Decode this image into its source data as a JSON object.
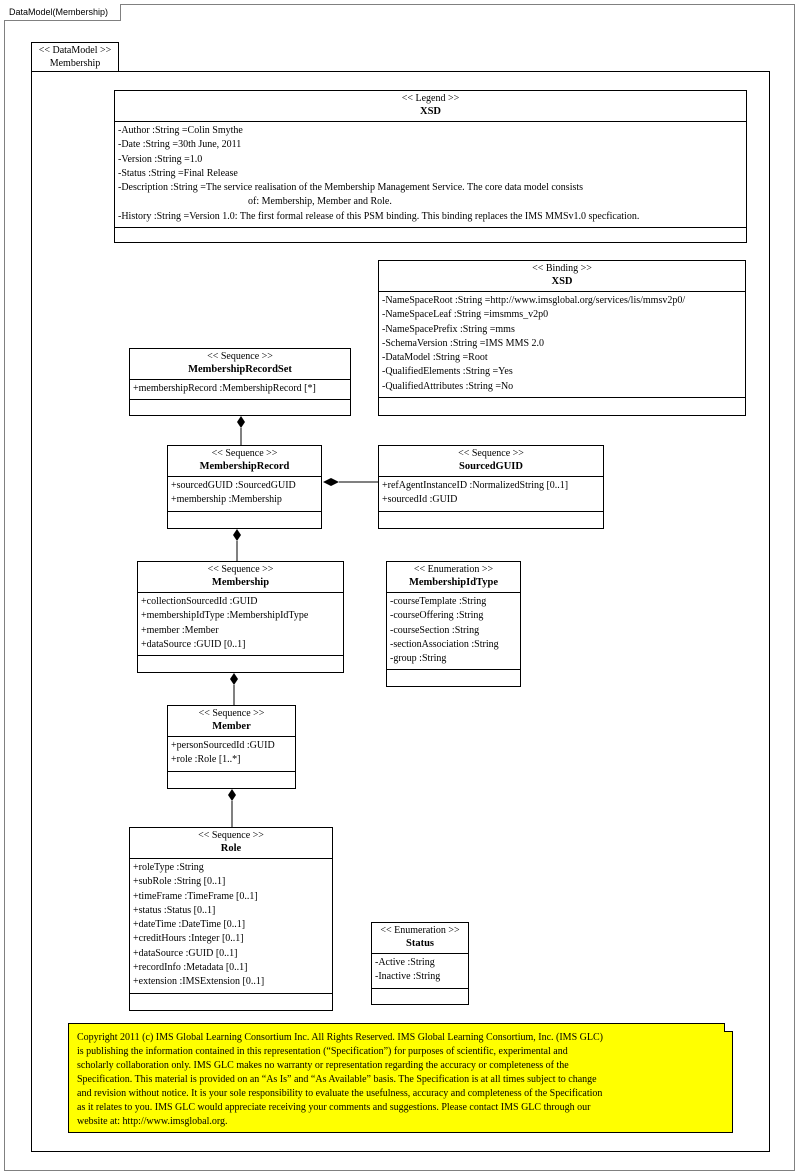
{
  "frame": {
    "title": "DataModel(Membership)"
  },
  "package": {
    "stereotype": "<< DataModel >>",
    "name": "Membership"
  },
  "classes": {
    "legend": {
      "stereotype": "<< Legend >>",
      "name": "XSD",
      "attributes": [
        "-Author :String =Colin Smythe",
        "-Date :String =30th June, 2011",
        "-Version :String =1.0",
        "-Status :String =Final Release",
        "-Description :String =The service realisation of the Membership Management Service.  The core data model consists",
        "of: Membership, Member and Role.",
        "-History :String =Version 1.0: The first formal release of this PSM binding. This binding replaces the IMS MMSv1.0 specfication."
      ]
    },
    "binding": {
      "stereotype": "<< Binding  >>",
      "name": "XSD",
      "attributes": [
        "-NameSpaceRoot :String =http://www.imsglobal.org/services/lis/mmsv2p0/",
        "-NameSpaceLeaf :String =imsmms_v2p0",
        "-NameSpacePrefix :String =mms",
        "-SchemaVersion  :String =IMS MMS 2.0",
        "-DataModel :String =Root",
        "-QualifiedElements   :String =Yes",
        "-QualifiedAttributes   :String =No"
      ]
    },
    "membership_record_set": {
      "stereotype": "<< Sequence >>",
      "name": "MembershipRecordSet",
      "attributes": [
        "+membershipRecord  :MembershipRecord [*]"
      ]
    },
    "membership_record": {
      "stereotype": "<< Sequence >>",
      "name": "MembershipRecord",
      "attributes": [
        "+sourcedGUID :SourcedGUID",
        "+membership :Membership"
      ]
    },
    "sourced_guid": {
      "stereotype": "<< Sequence >>",
      "name": "SourcedGUID",
      "attributes": [
        "+refAgentInstanceID  :NormalizedString  [0..1]",
        "+sourcedId :GUID"
      ]
    },
    "membership": {
      "stereotype": "<< Sequence >>",
      "name": "Membership",
      "attributes": [
        "+collectionSourcedId  :GUID",
        "+membershipIdType  :MembershipIdType",
        "+member :Member",
        "+dataSource :GUID [0..1]"
      ]
    },
    "membership_id_type": {
      "stereotype": "<< Enumeration  >>",
      "name": "MembershipIdType",
      "attributes": [
        "-courseTemplate  :String",
        "-courseOffering  :String",
        "-courseSection :String",
        "-sectionAssociation  :String",
        "-group :String"
      ]
    },
    "member": {
      "stereotype": "<< Sequence >>",
      "name": "Member",
      "attributes": [
        "+personSourcedId :GUID",
        "+role :Role [1..*]"
      ]
    },
    "role": {
      "stereotype": "<< Sequence >>",
      "name": "Role",
      "attributes": [
        "+roleType  :String",
        "+subRole :String [0..1]",
        "+timeFrame  :TimeFrame [0..1]",
        "+status :Status [0..1]",
        "+dateTime :DateTime [0..1]",
        "+creditHours  :Integer [0..1]",
        "+dataSource :GUID [0..1]",
        "+recordInfo :Metadata [0..1]",
        "+extension  :IMSExtension  [0..1]"
      ]
    },
    "status": {
      "stereotype": "<< Enumeration  >>",
      "name": "Status",
      "attributes": [
        "-Active :String",
        "-Inactive :String"
      ]
    }
  },
  "note": {
    "lines": [
      "Copyright 2011 (c) IMS Global Learning Consortium Inc.  All Rights Reserved.  IMS Global Learning Consortium, Inc. (IMS GLC)",
      "is publishing the information contained in this representation (“Specification”) for purposes of scientific, experimental and",
      "scholarly collaboration only.  IMS GLC makes no warranty or representation regarding  the accuracy or completeness of the",
      "Specification.  This material is provided on an “As Is” and “As Available” basis.  The Specification is at all times subject to change",
      "and revision without notice.  It is your sole responsibility to evaluate the usefulness, accuracy and completeness of the Specification",
      "as it relates to you.  IMS GLC would appreciate receiving your comments and suggestions.  Please contact IMS GLC through our",
      "website at: http://www.imsglobal.org."
    ]
  }
}
